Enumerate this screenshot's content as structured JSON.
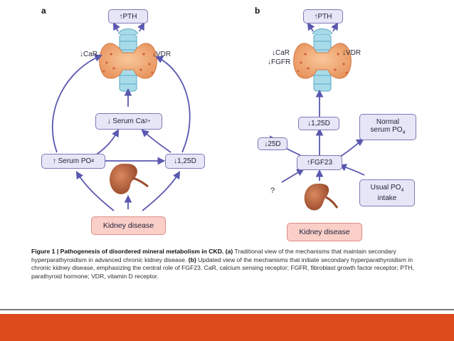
{
  "panel_a": {
    "letter": "a",
    "pth": "PTH",
    "car": "CaR",
    "vdr": "VDR",
    "serum_ca_prefix": "Serum Ca",
    "serum_ca_sup": "2+",
    "serum_po4_prefix": "Serum PO",
    "serum_po4_sub": "4",
    "d125": "1,25D",
    "kidney_disease": "Kidney disease"
  },
  "panel_b": {
    "letter": "b",
    "pth": "PTH",
    "car": "CaR",
    "fgfr": "FGFR",
    "vdr": "VDR",
    "d125": "1,25D",
    "d25": "25D",
    "fgf23": "FGF23",
    "normal_serum_po4_line1": "Normal",
    "normal_serum_po4_line2": "serum PO",
    "normal_serum_po4_sub": "4",
    "usual_po4_line1": "Usual PO",
    "usual_po4_sub": "4",
    "usual_po4_line2": "intake",
    "question_mark": "?",
    "kidney_disease": "Kidney disease"
  },
  "symbols": {
    "up": "↑",
    "down": "↓"
  },
  "caption": {
    "label": "Figure 1 | Pathogenesis of disordered mineral metabolism in CKD.",
    "part_a_tag": "(a)",
    "part_a_text": "Traditional view of the mechanisms that maintain secondary hyperparathyroidism in advanced chronic kidney disease.",
    "part_b_tag": "(b)",
    "part_b_text": "Updated view of the mechanisms that initiate secondary hyperparathyroidism in chronic kidney disease, emphasizing the central role of FGF23. CaR, calcium sensing receptor; FGFR, fibroblast growth factor receptor; PTH, parathyroid hormone; VDR, vitamin D receptor."
  },
  "colors": {
    "arrow": "#5a58b0",
    "box_fill": "#e7e6f7",
    "box_border": "#7c7ab8",
    "kidney_box_fill": "#f9cfc8",
    "kidney": "#b5603a",
    "thyroid": "#f3ab78",
    "trachea": "#a8dbe9",
    "footer_bar": "#dd4a1b",
    "footer_rule": "#7b7b7b"
  }
}
